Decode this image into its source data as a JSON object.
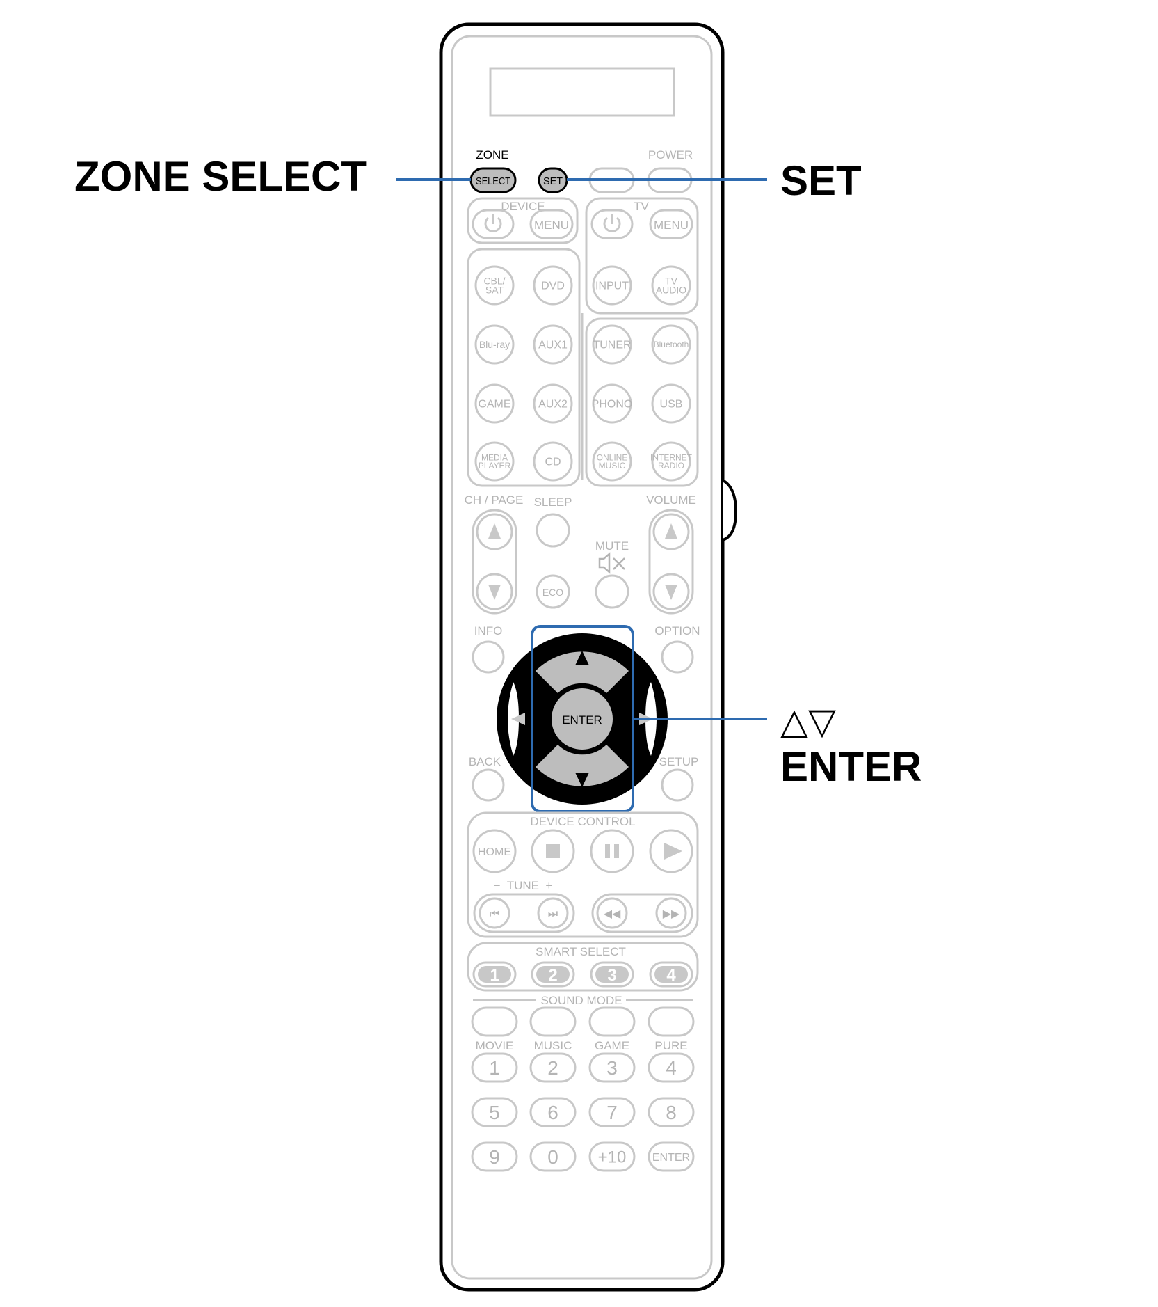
{
  "callouts": {
    "zone_select": "ZONE SELECT",
    "set": "SET",
    "arrows": "△▽",
    "enter": "ENTER"
  },
  "colors": {
    "callout_line": "#2e6bb0",
    "outline": "#c8c8c8",
    "text_faded": "#b4b4b4",
    "highlight_fill": "#bdbdbd",
    "remote_border": "#000000"
  },
  "remote": {
    "zone_label": "ZONE",
    "zone_select_button": "SELECT",
    "set_button": "SET",
    "power_label": "POWER",
    "device_label": "DEVICE",
    "device_menu": "MENU",
    "tv_label": "TV",
    "tv_menu": "MENU",
    "sources": [
      [
        "CBL/\nSAT",
        "DVD",
        "INPUT",
        "TV\nAUDIO"
      ],
      [
        "Blu-ray",
        "AUX1",
        "TUNER",
        "Bluetooth"
      ],
      [
        "GAME",
        "AUX2",
        "PHONO",
        "USB"
      ],
      [
        "MEDIA\nPLAYER",
        "CD",
        "ONLINE\nMUSIC",
        "INTERNET\nRADIO"
      ]
    ],
    "ch_page_label": "CH / PAGE",
    "sleep_label": "SLEEP",
    "volume_label": "VOLUME",
    "mute_label": "MUTE",
    "eco_button": "ECO",
    "info_label": "INFO",
    "option_label": "OPTION",
    "enter_button": "ENTER",
    "back_label": "BACK",
    "setup_label": "SETUP",
    "device_control_label": "DEVICE CONTROL",
    "home_button": "HOME",
    "tune_label": "−  TUNE  +",
    "smart_select_label": "SMART SELECT",
    "smart_select_buttons": [
      "1",
      "2",
      "3",
      "4"
    ],
    "sound_mode_label": "SOUND MODE",
    "sound_modes": [
      "MOVIE",
      "MUSIC",
      "GAME",
      "PURE"
    ],
    "numbers": [
      [
        "1",
        "2",
        "3",
        "4"
      ],
      [
        "5",
        "6",
        "7",
        "8"
      ],
      [
        "9",
        "0",
        "+10",
        "ENTER"
      ]
    ]
  }
}
